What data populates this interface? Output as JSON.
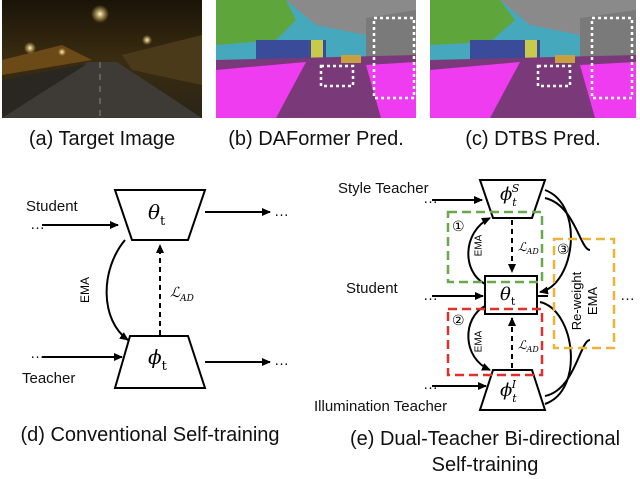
{
  "top_panels": [
    {
      "caption": "(a) Target Image"
    },
    {
      "caption": "(b) DAFormer Pred."
    },
    {
      "caption": "(c) DTBS Pred."
    }
  ],
  "left_diagram": {
    "caption": "(d) Conventional Self-training",
    "student_label": "Student",
    "teacher_label": "Teacher",
    "ema_label": "EMA",
    "loss_label": "ℒ_AD",
    "student_param": "θ_t",
    "teacher_param": "ϕ_t",
    "ellipsis": "…"
  },
  "right_diagram": {
    "caption_line1": "(e) Dual-Teacher Bi-directional",
    "caption_line2": "Self-training",
    "style_teacher_label": "Style Teacher",
    "student_label": "Student",
    "illumination_teacher_label": "Illumination Teacher",
    "style_param": "ϕ_t^S",
    "student_param": "θ_t",
    "illum_param": "ϕ_t^I",
    "ema_label": "EMA",
    "loss_label": "ℒ_AD",
    "reweight_label_line1": "Re-weight",
    "reweight_label_line2": "EMA",
    "badge1": "①",
    "badge2": "②",
    "badge3": "③",
    "ellipsis": "…",
    "colors": {
      "green": "#6aa84f",
      "red": "#e0302a",
      "orange": "#f0b33a"
    }
  }
}
